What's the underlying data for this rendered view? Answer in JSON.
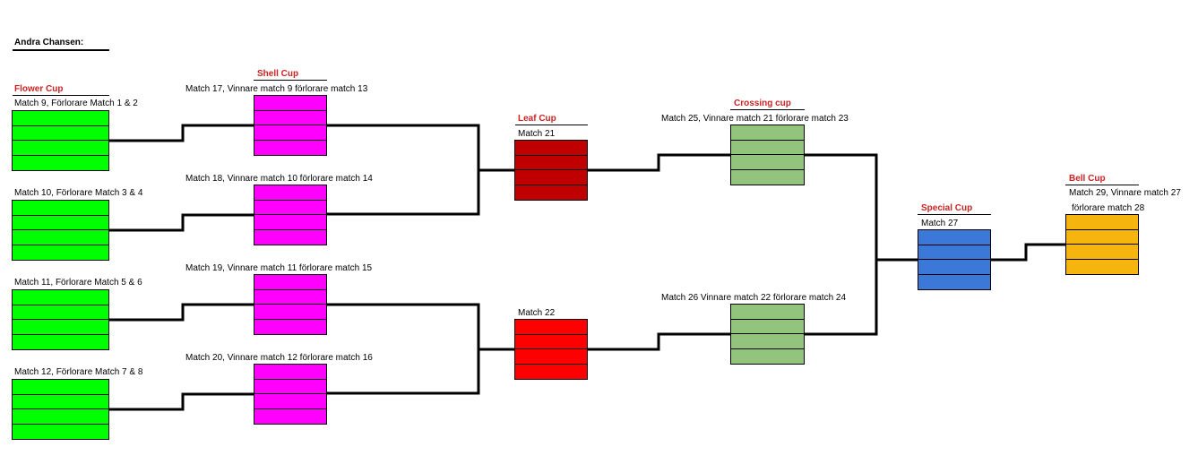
{
  "title": "Andra Chansen:",
  "cups": {
    "flower": "Flower Cup",
    "shell": "Shell Cup",
    "leaf": "Leaf Cup",
    "crossing": "Crossing cup",
    "special": "Special Cup",
    "bell": "Bell Cup"
  },
  "matches": {
    "m9": "Match 9, Förlorare Match 1 & 2",
    "m10": "Match 10, Förlorare Match 3 & 4",
    "m11": "Match 11, Förlorare Match 5 & 6",
    "m12": "Match 12, Förlorare Match 7 & 8",
    "m17": "Match 17, Vinnare match 9 förlorare match 13",
    "m18": "Match 18, Vinnare match 10 förlorare match 14",
    "m19": "Match 19, Vinnare match 11 förlorare match 15",
    "m20": "Match 20, Vinnare match 12 förlorare match 16",
    "m21": "Match 21",
    "m22": "Match 22",
    "m25": "Match 25, Vinnare match 21 förlorare match 23",
    "m26": "Match 26 Vinnare match 22 förlorare match 24",
    "m27": "Match 27",
    "m29a": "Match 29, Vinnare match 27",
    "m29b": "förlorare match 28"
  },
  "colors": {
    "flower": "#00ff00",
    "shell": "#ff00ff",
    "leaf": "#c00000",
    "match22": "#ff0000",
    "crossing": "#93c47d",
    "special": "#3c78d8",
    "bell": "#f6b40e"
  }
}
